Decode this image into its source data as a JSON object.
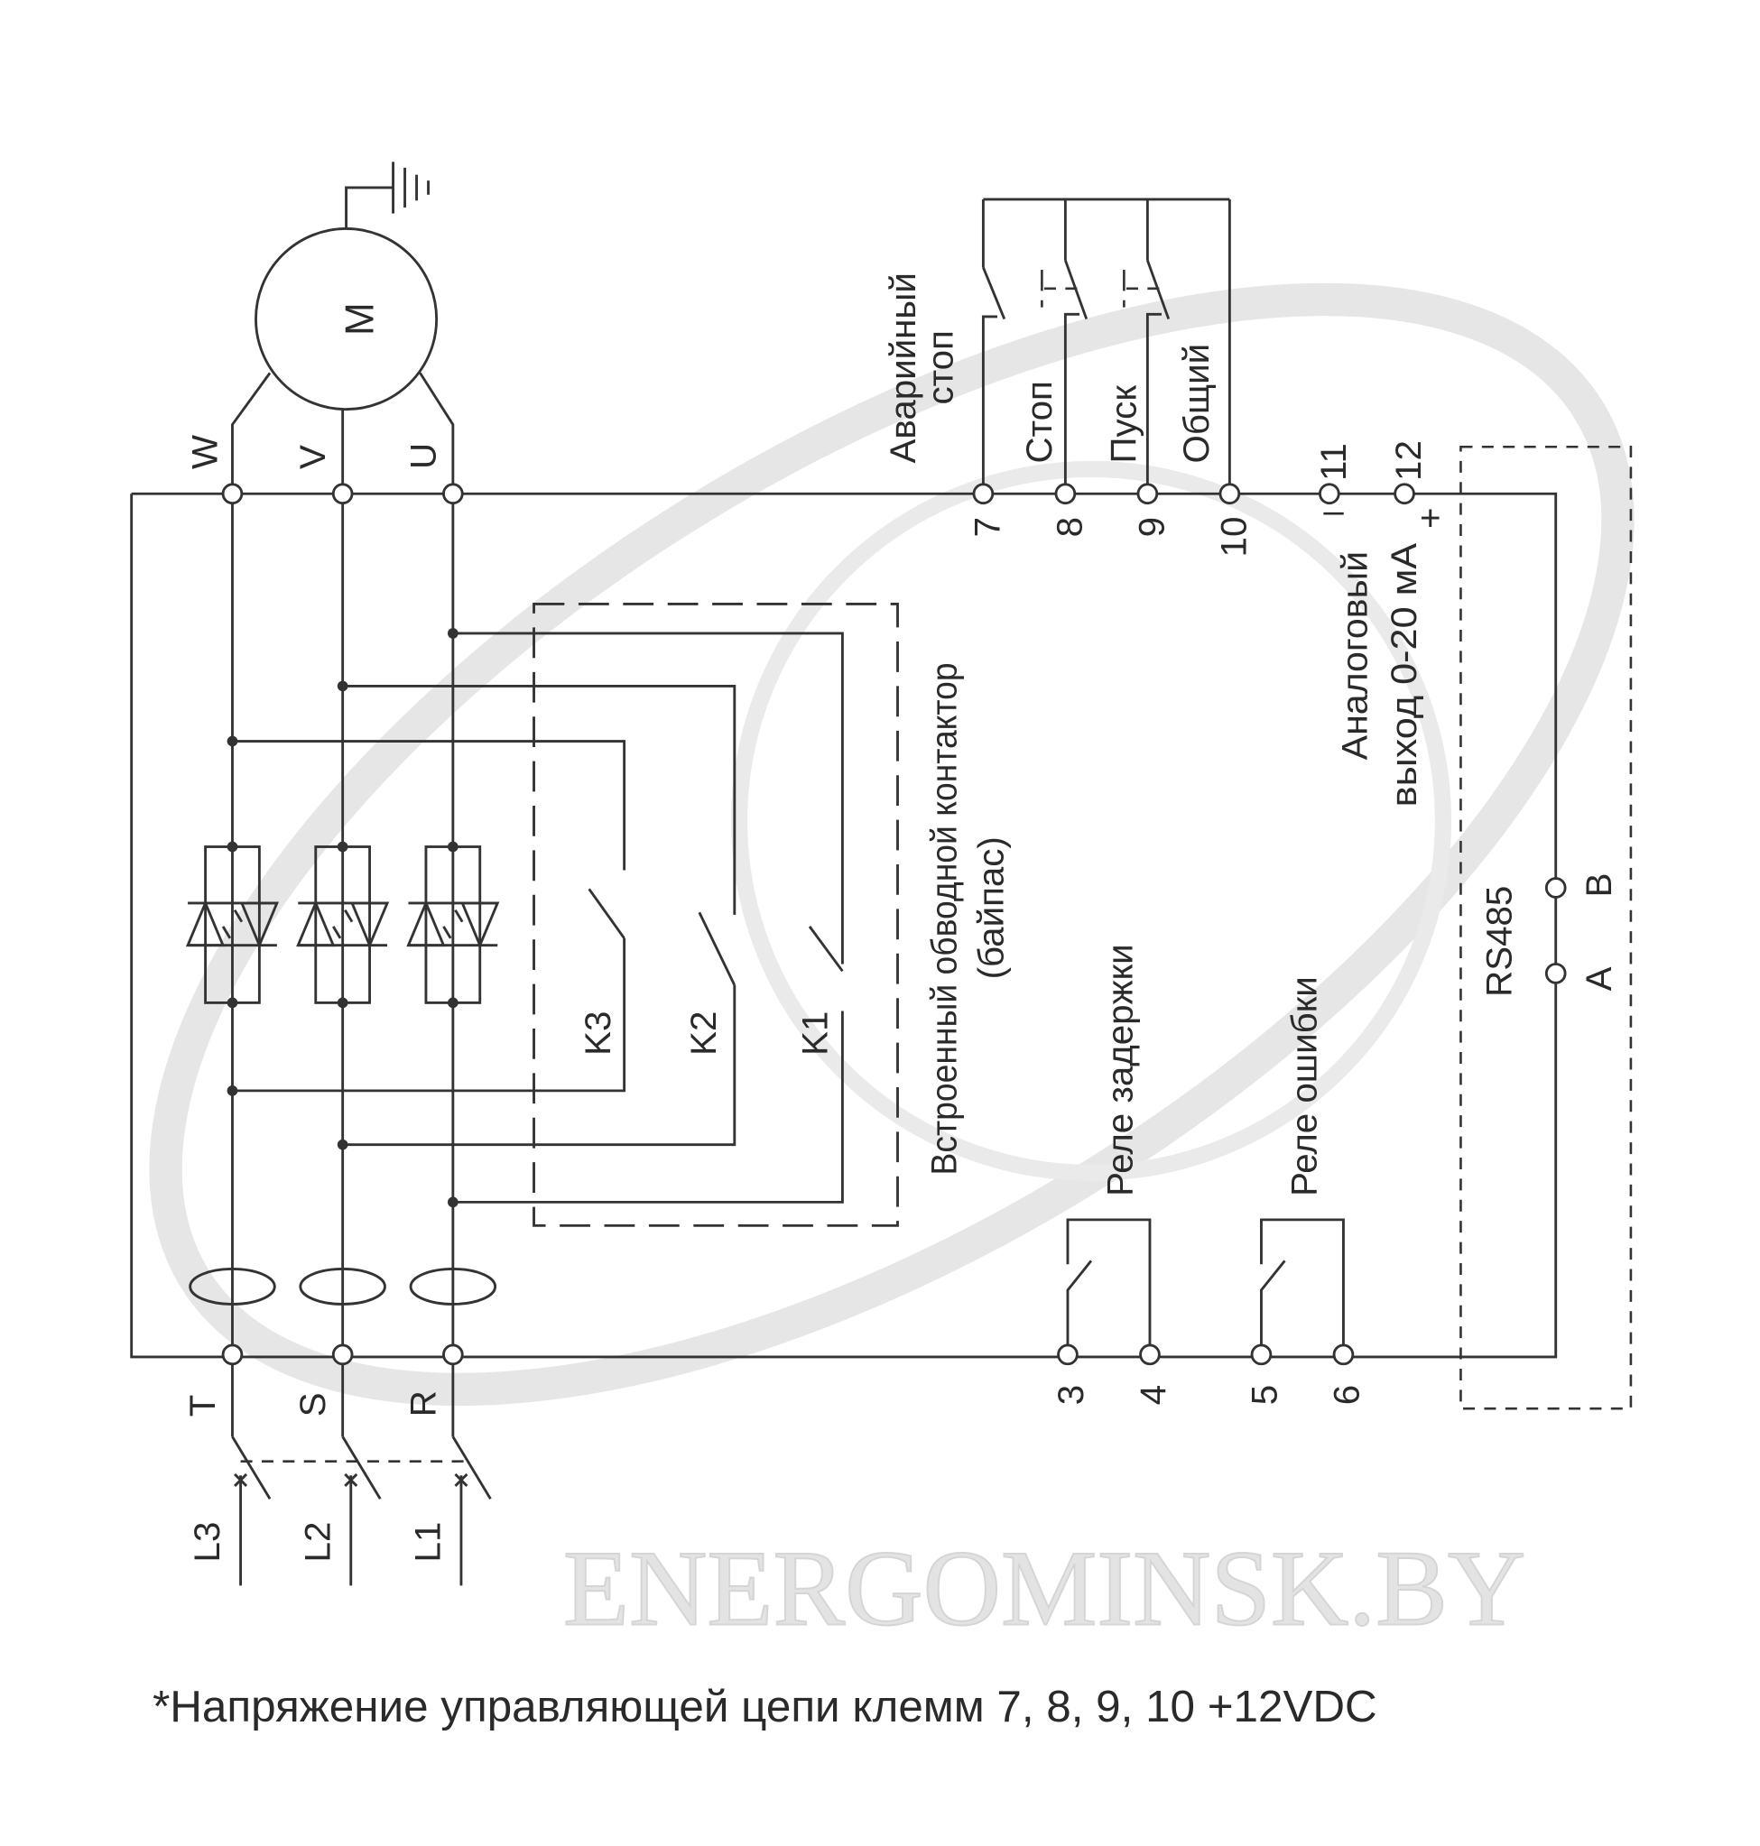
{
  "watermark": "ENERGOMINSK.BY",
  "motor": {
    "label": "M"
  },
  "phases_out": [
    "W",
    "V",
    "U"
  ],
  "phases_in": [
    "T",
    "S",
    "R"
  ],
  "lines": [
    "L3",
    "L2",
    "L1"
  ],
  "bypass": {
    "contacts": [
      "K3",
      "K2",
      "K1"
    ],
    "label_line1": "Встроенный обводной контактор",
    "label_line2": "(байпас)"
  },
  "control": {
    "emergency_line1": "Аварийный",
    "emergency_line2": "стоп",
    "stop": "Стоп",
    "start": "Пуск",
    "common": "Общий",
    "terminals": [
      "7",
      "8",
      "9",
      "10",
      "11",
      "12"
    ],
    "minus": "–",
    "plus": "+",
    "analog_line1": "Аналоговый",
    "analog_line2": "выход 0-20 мА"
  },
  "relays": {
    "delay": "Реле задержки",
    "fault": "Реле ошибки",
    "terminals": [
      "3",
      "4",
      "5",
      "6"
    ]
  },
  "rs485": {
    "label": "RS485",
    "a": "A",
    "b": "B"
  },
  "footnote": "*Напряжение управляющей цепи клемм 7, 8, 9, 10 +12VDC"
}
